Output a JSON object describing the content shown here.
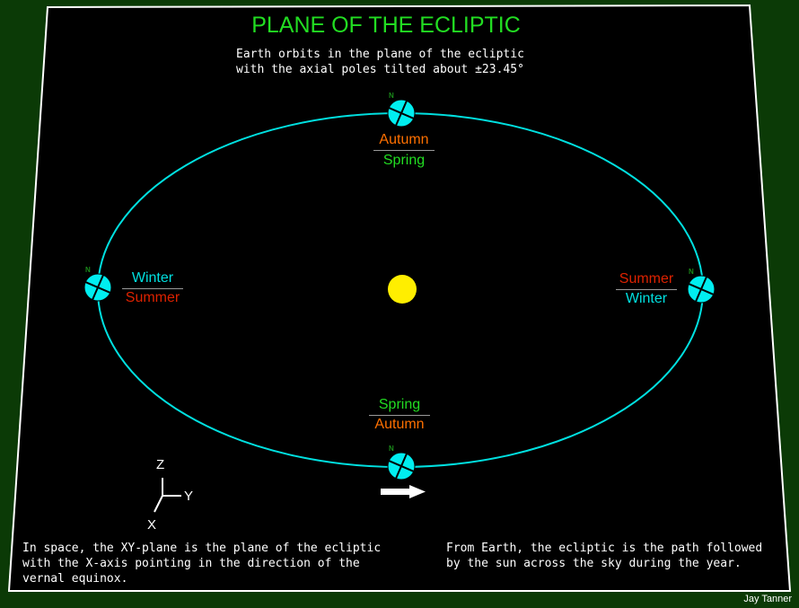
{
  "title": "PLANE OF THE ECLIPTIC",
  "subtitle": [
    "Earth orbits in the plane of the ecliptic",
    "with the axial poles tilted about ±23.45°"
  ],
  "positions": {
    "top": {
      "upper": "Autumn",
      "lower": "Spring"
    },
    "left": {
      "upper": "Winter",
      "lower": "Summer"
    },
    "right": {
      "upper": "Summer",
      "lower": "Winter"
    },
    "bottom": {
      "upper": "Spring",
      "lower": "Autumn"
    }
  },
  "north_label": "N",
  "axes": {
    "z": "Z",
    "y": "Y",
    "x": "X"
  },
  "notes": {
    "left": [
      "In space, the XY-plane is the plane of the ecliptic",
      "with the X-axis pointing in the direction of the",
      "vernal equinox."
    ],
    "right": [
      "From Earth, the ecliptic is the path followed",
      "by the sun across the sky during the year."
    ]
  },
  "credit": "Jay Tanner",
  "colors": {
    "orbit": "#00e0e0",
    "earth": "#00eef0",
    "sun": "#ffee00",
    "title": "#22dd22",
    "autumn": "#ff7000",
    "spring": "#22dd22",
    "winter": "#00e0e0",
    "summer": "#dd2200"
  }
}
